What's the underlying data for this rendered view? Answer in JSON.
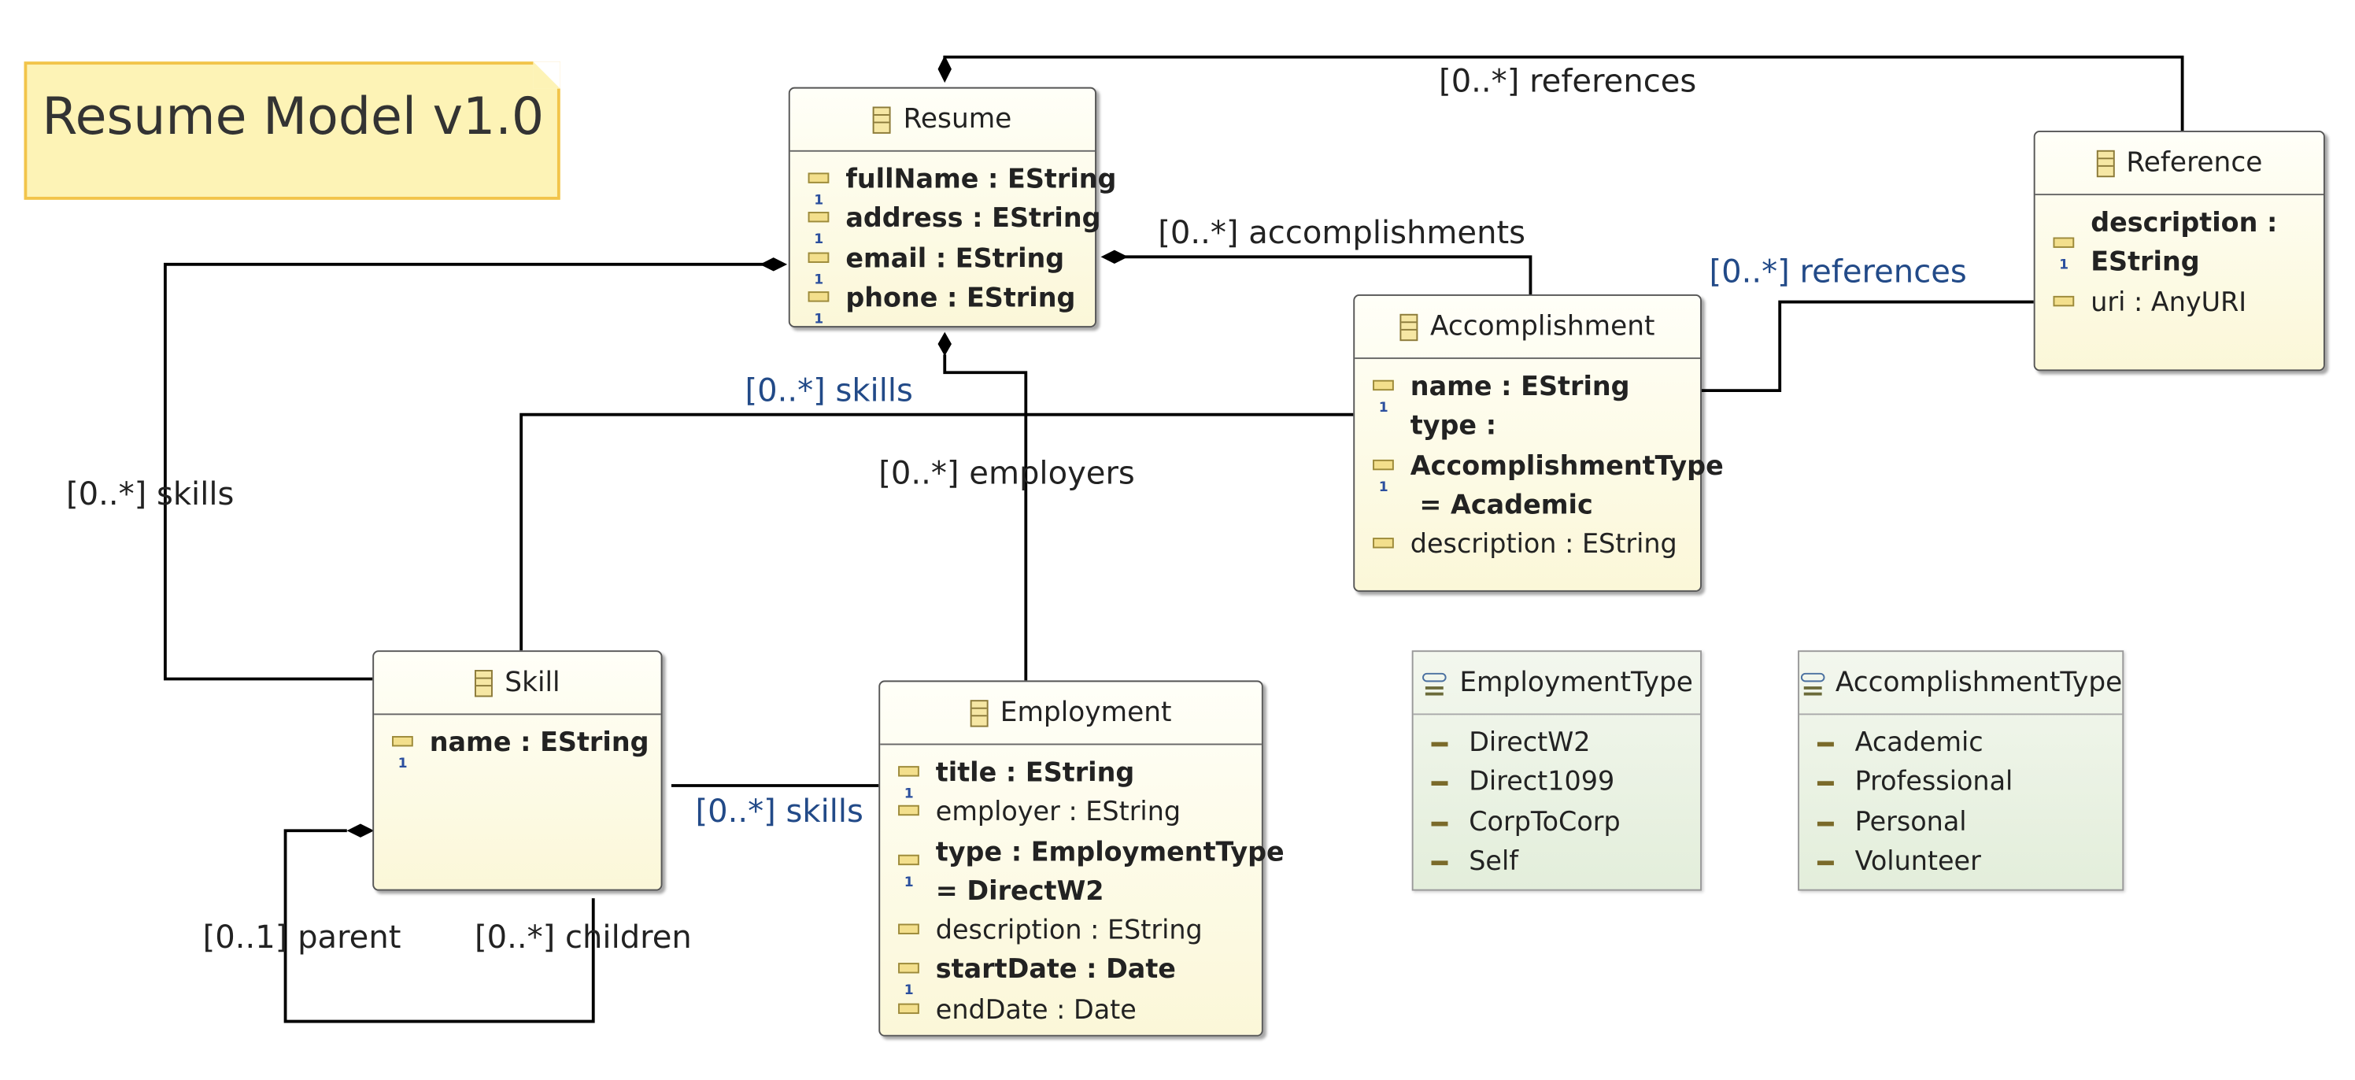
{
  "title": "Resume Model v1.0",
  "classes": {
    "resume": {
      "name": "Resume",
      "attrs": [
        {
          "text": "fullName : EString",
          "required": true
        },
        {
          "text": "address : EString",
          "required": true
        },
        {
          "text": "email : EString",
          "required": true
        },
        {
          "text": "phone : EString",
          "required": true
        }
      ]
    },
    "reference": {
      "name": "Reference",
      "attrs": [
        {
          "text": "description :",
          "required": true
        },
        {
          "text": "EString",
          "required": true
        },
        {
          "text": "uri : AnyURI",
          "required": false
        }
      ]
    },
    "accomplishment": {
      "name": "Accomplishment",
      "attrs": [
        {
          "text": "name : EString",
          "required": true
        },
        {
          "text": "type :",
          "required": true
        },
        {
          "text": "AccomplishmentType",
          "required": true
        },
        {
          "text": " = Academic",
          "required": true
        },
        {
          "text": "description : EString",
          "required": false
        }
      ]
    },
    "skill": {
      "name": "Skill",
      "attrs": [
        {
          "text": "name : EString",
          "required": true
        }
      ]
    },
    "employment": {
      "name": "Employment",
      "attrs": [
        {
          "text": "title : EString",
          "required": true
        },
        {
          "text": "employer : EString",
          "required": false
        },
        {
          "text": "type : EmploymentType",
          "required": true
        },
        {
          "text": "= DirectW2",
          "required": true
        },
        {
          "text": "description : EString",
          "required": false
        },
        {
          "text": "startDate : Date",
          "required": true
        },
        {
          "text": "endDate : Date",
          "required": false
        }
      ]
    }
  },
  "enums": {
    "employmentType": {
      "name": "EmploymentType",
      "literals": [
        "DirectW2",
        "Direct1099",
        "CorpToCorp",
        "Self"
      ]
    },
    "accomplishmentType": {
      "name": "AccomplishmentType",
      "literals": [
        "Academic",
        "Professional",
        "Personal",
        "Volunteer"
      ]
    }
  },
  "labels": {
    "resume_references": "[0..*] references",
    "accomplishments": "[0..*] accomplishments",
    "accomplishment_references": "[0..*] references",
    "accomplishment_skills": "[0..*] skills",
    "resume_skills": "[0..*] skills",
    "employers": "[0..*] employers",
    "employment_skills": "[0..*] skills",
    "parent": "[0..1] parent",
    "children": "[0..*] children"
  },
  "colors": {
    "class_fill": "#fbf7d8",
    "enum_fill": "#e3eedb",
    "note_fill": "#fdf3b6",
    "note_border": "#f2c44a",
    "blue_label": "#224a88"
  }
}
